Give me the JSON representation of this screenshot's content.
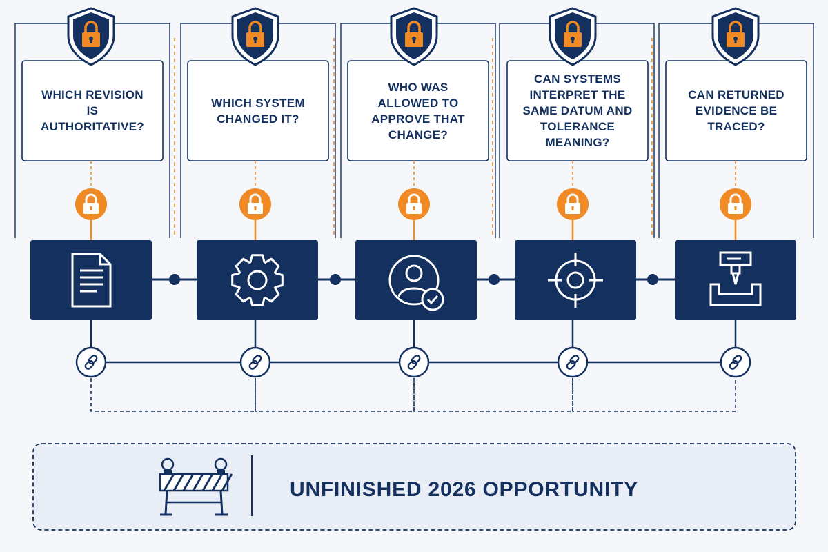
{
  "colors": {
    "navy": "#13305f",
    "orange": "#f08a24",
    "background": "#f6f7fa",
    "banner_fill": "#e8edf6"
  },
  "stages": [
    {
      "question": "WHICH REVISION IS AUTHORITATIVE?",
      "icon": "document-icon"
    },
    {
      "question": "WHICH SYSTEM CHANGED IT?",
      "icon": "gear-icon"
    },
    {
      "question": "WHO WAS ALLOWED TO APPROVE THAT CHANGE?",
      "icon": "user-approved-icon"
    },
    {
      "question": "CAN SYSTEMS INTERPRET THE SAME DATUM AND TOLERANCE MEANING?",
      "icon": "target-icon"
    },
    {
      "question": "CAN RETURNED EVIDENCE BE TRACED?",
      "icon": "cnc-machine-icon"
    }
  ],
  "badge_icons": {
    "shield": "shield-lock-icon",
    "lock": "lock-icon",
    "link": "link-icon"
  },
  "banner": {
    "label": "UNFINISHED 2026 OPPORTUNITY",
    "icon": "barrier-icon"
  }
}
